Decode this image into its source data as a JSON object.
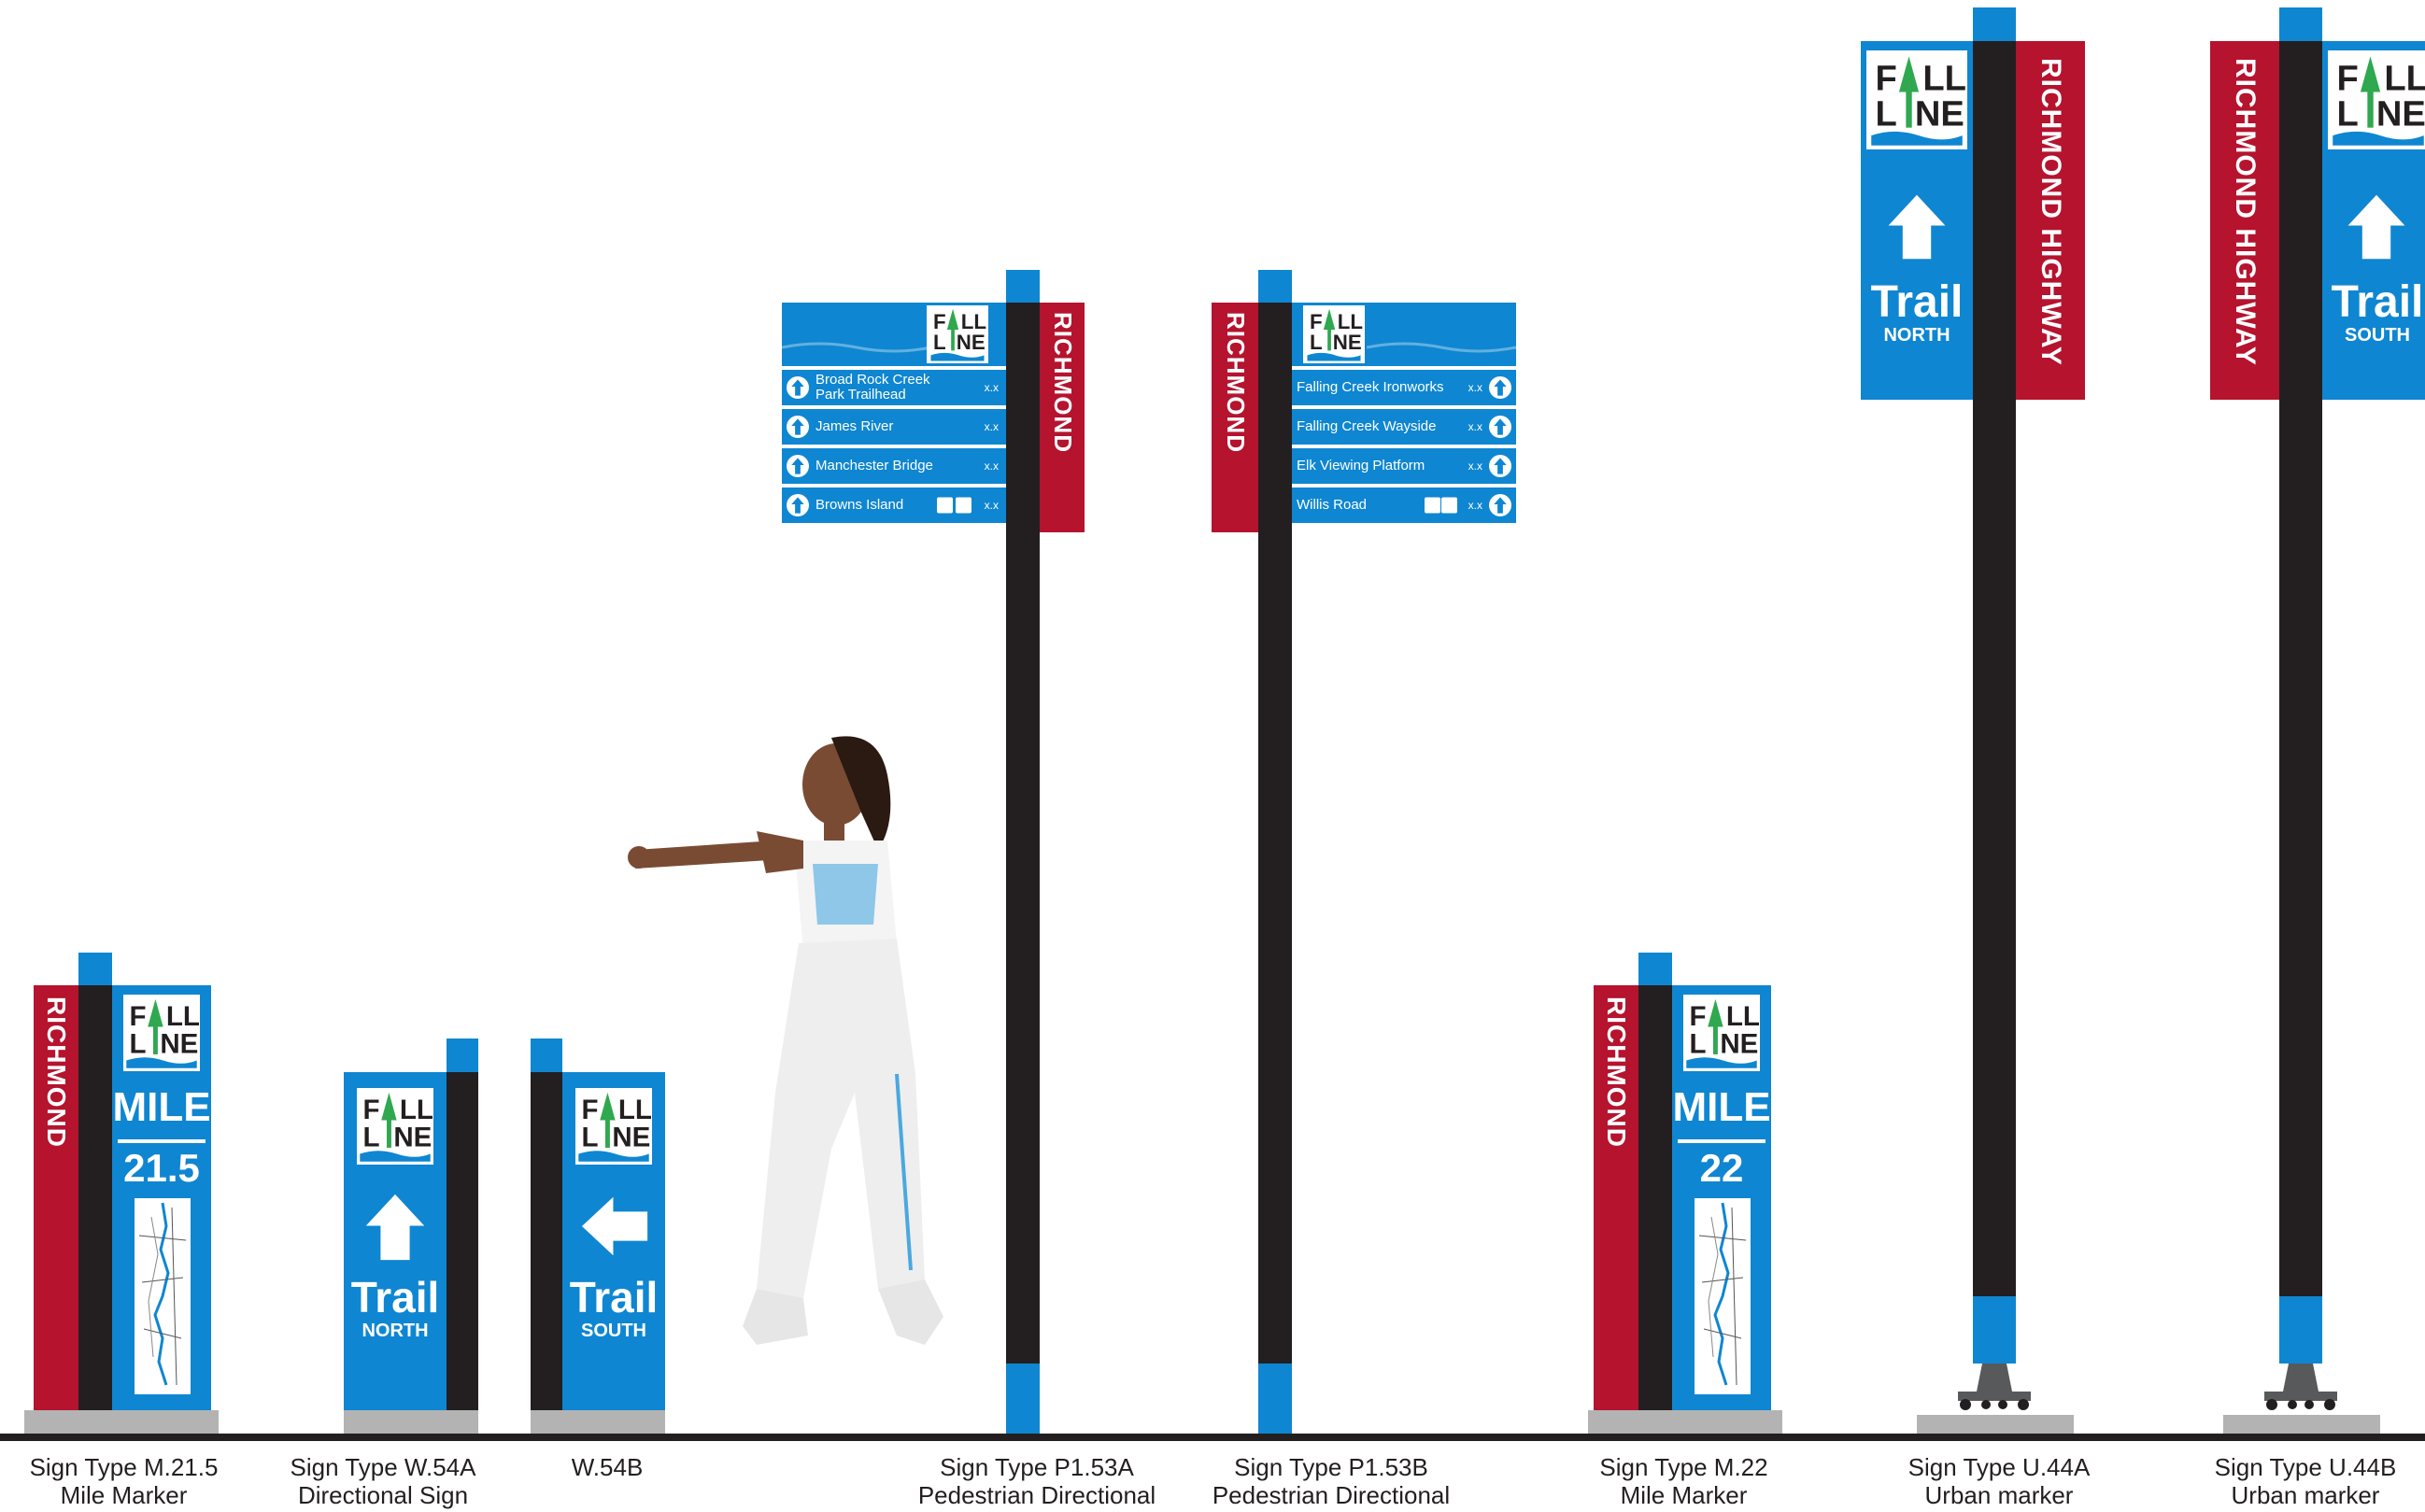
{
  "logo": {
    "line1": "FALL",
    "line2": "LINE"
  },
  "signs": {
    "m215": {
      "city": "RICHMOND",
      "mile_label": "MILE",
      "mile_number": "21.5",
      "caption_type": "Sign Type M.21.5",
      "caption_desc": "Mile Marker"
    },
    "w54a": {
      "trail": "Trail",
      "direction": "NORTH",
      "caption_type": "Sign Type W.54A",
      "caption_desc": "Directional Sign"
    },
    "w54b": {
      "trail": "Trail",
      "direction": "SOUTH",
      "caption_type": "W.54B"
    },
    "p153a": {
      "city": "RICHMOND",
      "caption_type": "Sign Type P1.53A",
      "caption_desc": "Pedestrian Directional",
      "destinations": [
        {
          "name": "Broad Rock Creek Park Trailhead",
          "dist": "x.x"
        },
        {
          "name": "James River",
          "dist": "x.x"
        },
        {
          "name": "Manchester Bridge",
          "dist": "x.x"
        },
        {
          "name": "Browns Island",
          "dist": "x.x"
        }
      ]
    },
    "p153b": {
      "city": "RICHMOND",
      "caption_type": "Sign Type P1.53B",
      "caption_desc": "Pedestrian Directional",
      "destinations": [
        {
          "name": "Falling Creek Ironworks",
          "dist": "x.x"
        },
        {
          "name": "Falling Creek Wayside",
          "dist": "x.x"
        },
        {
          "name": "Elk Viewing Platform",
          "dist": "x.x"
        },
        {
          "name": "Willis Road",
          "dist": "x.x"
        }
      ]
    },
    "m22": {
      "city": "RICHMOND",
      "mile_label": "MILE",
      "mile_number": "22",
      "caption_type": "Sign Type M.22",
      "caption_desc": "Mile Marker"
    },
    "u44a": {
      "highway": "RICHMOND HIGHWAY",
      "trail": "Trail",
      "direction": "NORTH",
      "caption_type": "Sign Type U.44A",
      "caption_desc": "Urban marker"
    },
    "u44b": {
      "highway": "RICHMOND HIGHWAY",
      "trail": "Trail",
      "direction": "SOUTH",
      "caption_type": "Sign Type U.44B",
      "caption_desc": "Urban marker"
    }
  },
  "colors": {
    "trail_blue": "#0f86d1",
    "richmond_red": "#b5132e",
    "post_black": "#231f20",
    "base_gray": "#b3b3b3",
    "logo_green": "#2fa84f"
  }
}
